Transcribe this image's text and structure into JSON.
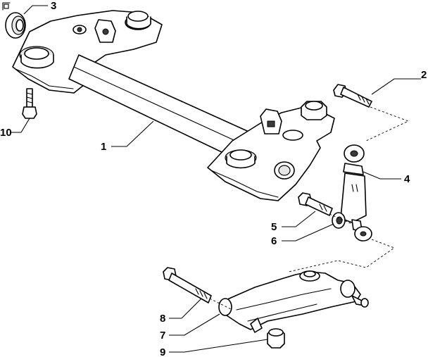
{
  "callouts": {
    "c1": "1",
    "c2": "2",
    "c3": "3",
    "c4": "4",
    "c5": "5",
    "c6": "6",
    "c7": "7",
    "c8": "8",
    "c9": "9",
    "c10": "10"
  },
  "icons": {
    "corner_mark": "corner-bracket-icon"
  },
  "colors": {
    "ink": "#000000",
    "paper": "#ffffff"
  }
}
